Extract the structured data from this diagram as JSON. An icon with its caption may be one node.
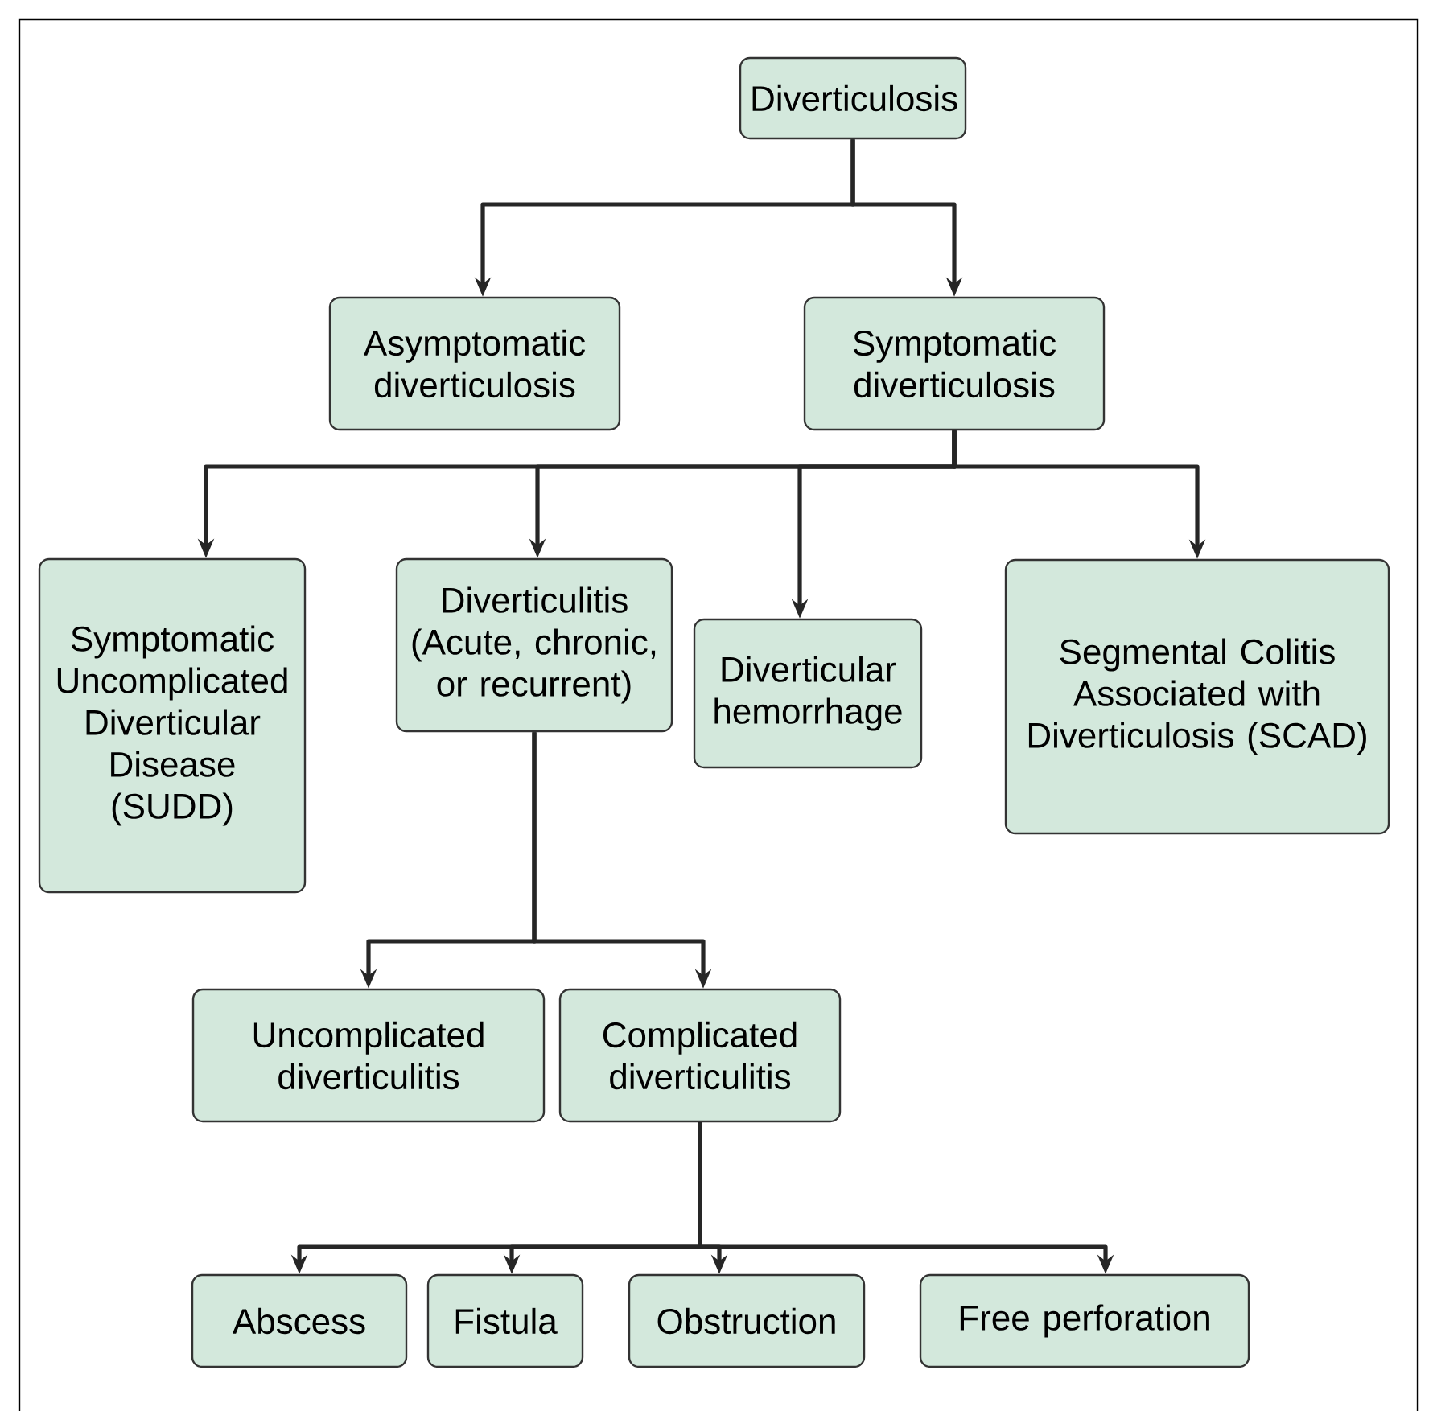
{
  "diagram": {
    "nodes": [
      {
        "text": [
          "Diverticulosis"
        ]
      },
      {
        "text": [
          "Asymptomatic diverticulosis"
        ]
      },
      {
        "text": [
          "Symptomatic diverticulosis"
        ]
      },
      {
        "text": [
          "Symptomatic Uncomplicated Diverticular Disease (SUDD)"
        ]
      },
      {
        "text": [
          "Diverticulitis (Acute, chronic, or recurrent)"
        ]
      },
      {
        "text": [
          "Diverticular hemorrhage"
        ]
      },
      {
        "text": [
          "Segmental Colitis Associated with Diverticulosis (SCAD)"
        ]
      },
      {
        "text": [
          "Uncomplicated diverticulitis"
        ]
      },
      {
        "text": [
          "Complicated diverticulitis"
        ]
      },
      {
        "text": [
          "Abscess"
        ]
      },
      {
        "text": [
          "Fistula"
        ]
      },
      {
        "text": [
          "Obstruction"
        ]
      },
      {
        "text": [
          "Free perforation"
        ]
      }
    ],
    "edges": [
      {
        "from": 0,
        "to": 1,
        "arrow": "to"
      },
      {
        "from": 0,
        "to": 2,
        "arrow": "to"
      },
      {
        "from": 2,
        "to": 3,
        "arrow": "to"
      },
      {
        "from": 2,
        "to": 4,
        "arrow": "to"
      },
      {
        "from": 2,
        "to": 5,
        "arrow": "to"
      },
      {
        "from": 2,
        "to": 6,
        "arrow": "to"
      },
      {
        "from": 4,
        "to": 7,
        "arrow": "to"
      },
      {
        "from": 4,
        "to": 8,
        "arrow": "to"
      },
      {
        "from": 8,
        "to": 9,
        "arrow": "to"
      },
      {
        "from": 8,
        "to": 10,
        "arrow": "to"
      },
      {
        "from": 8,
        "to": 11,
        "arrow": "to"
      },
      {
        "from": 8,
        "to": 12,
        "arrow": "to"
      }
    ]
  }
}
